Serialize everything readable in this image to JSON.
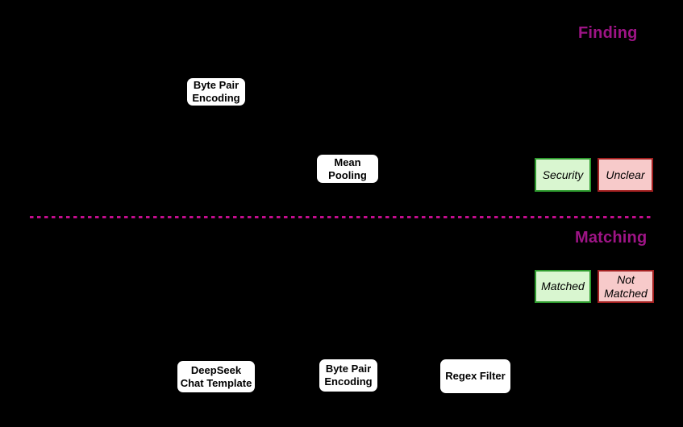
{
  "figure": {
    "background_color": "#000000",
    "divider": {
      "type": "dashed-line",
      "color": "#c20d8d"
    },
    "sections": {
      "finding": {
        "title": "Finding",
        "title_color": "#9e1486",
        "nodes": [
          {
            "id": "byte-pair-encoding",
            "label": "Byte Pair\nEncoding"
          },
          {
            "id": "mean-pooling",
            "label": "Mean\nPooling"
          }
        ],
        "legend": [
          {
            "id": "security",
            "label": "Security",
            "fill": "#d9f6d0",
            "border": "#2e9b2e"
          },
          {
            "id": "unclear",
            "label": "Unclear",
            "fill": "#f7caca",
            "border": "#a32020"
          }
        ]
      },
      "matching": {
        "title": "Matching",
        "title_color": "#9e1486",
        "nodes": [
          {
            "id": "deepseek-chat-template",
            "label": "DeepSeek\nChat Template"
          },
          {
            "id": "byte-pair-encoding",
            "label": "Byte Pair\nEncoding"
          },
          {
            "id": "regex-filter",
            "label": "Regex Filter"
          }
        ],
        "legend": [
          {
            "id": "matched",
            "label": "Matched",
            "fill": "#d9f6d0",
            "border": "#2e9b2e"
          },
          {
            "id": "not-matched",
            "label": "Not\nMatched",
            "fill": "#f7caca",
            "border": "#a32020"
          }
        ]
      }
    }
  }
}
